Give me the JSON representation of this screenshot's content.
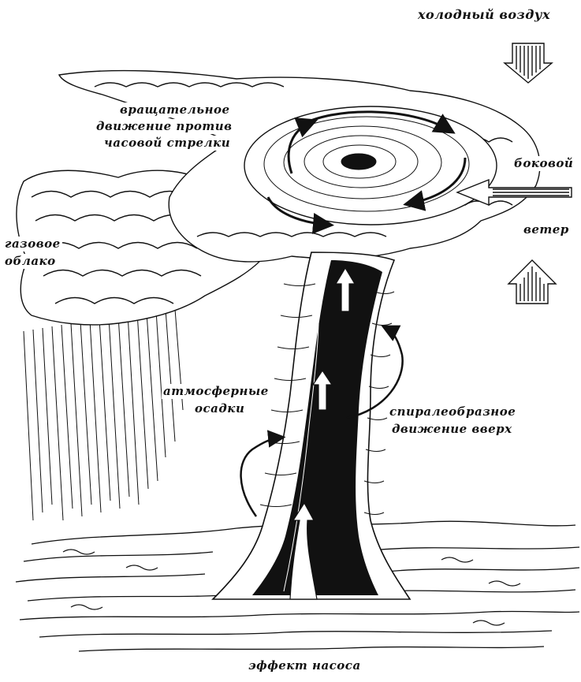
{
  "labels": {
    "cold_air": "холодный воздух",
    "rotation": [
      "вращательное",
      "движение против",
      "часовой стрелки"
    ],
    "side_wind_1": "боковой",
    "side_wind_2": "ветер",
    "gas_cloud": [
      "газовое",
      "облако"
    ],
    "precipitation": [
      "атмосферные",
      "осадки"
    ],
    "spiral": [
      "спиралеобразное",
      "движение вверх"
    ],
    "pump_effect": "эффект насоса"
  },
  "colors": {
    "ink": "#111111",
    "paper": "#ffffff"
  }
}
